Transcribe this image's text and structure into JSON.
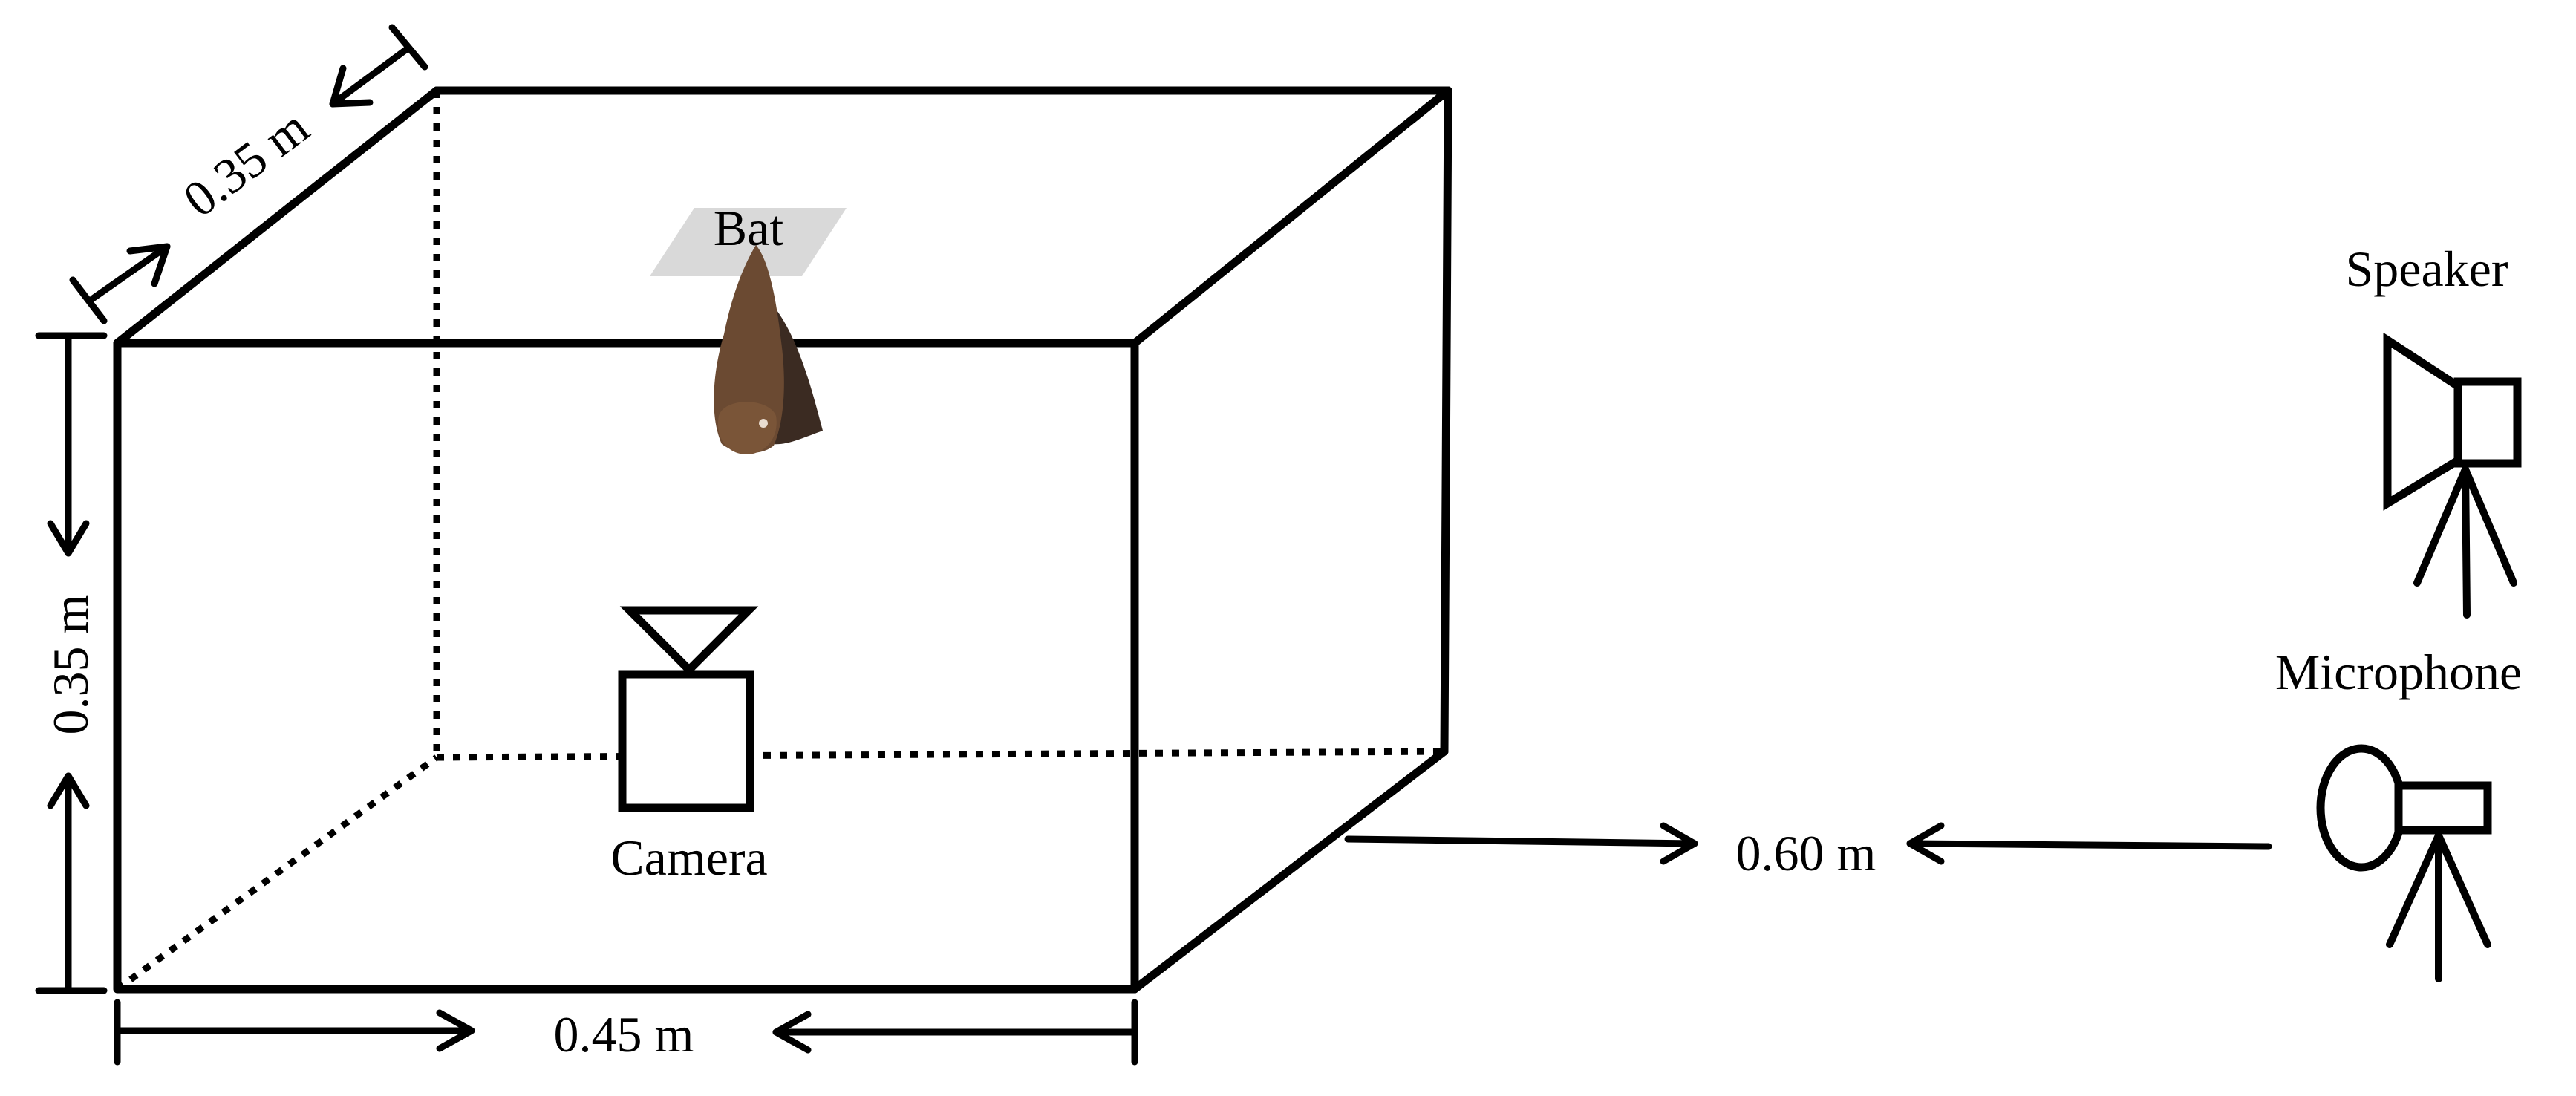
{
  "labels": {
    "bat": "Bat",
    "speaker": "Speaker",
    "microphone": "Microphone",
    "camera": "Camera"
  },
  "dimensions": {
    "depth": "0.35 m",
    "height": "0.35 m",
    "width": "0.45 m",
    "distance": "0.60 m"
  },
  "colors": {
    "line": "#000000",
    "perch": "#d9d9d9",
    "bat_body": "#6b4a32",
    "bat_wing": "#3b2b22"
  }
}
